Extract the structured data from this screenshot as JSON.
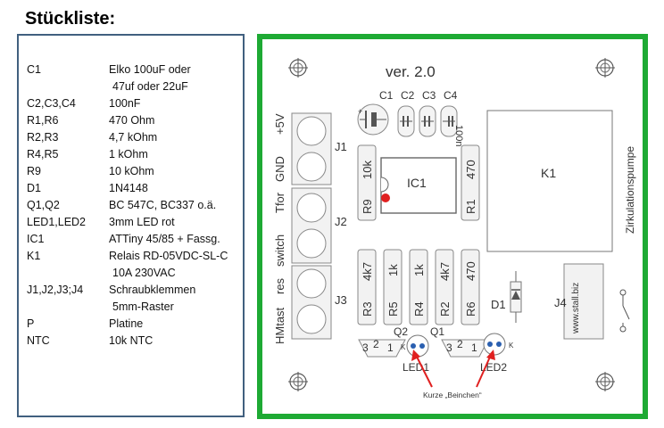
{
  "bom": {
    "title": "Stückliste:",
    "rows": [
      {
        "ref": "C1",
        "value": "Elko 100uF oder"
      },
      {
        "ref": "",
        "value": "47uf oder 22uF"
      },
      {
        "ref": "C2,C3,C4",
        "value": "100nF"
      },
      {
        "ref": "R1,R6",
        "value": "470 Ohm"
      },
      {
        "ref": "R2,R3",
        "value": "4,7  kOhm"
      },
      {
        "ref": "R4,R5",
        "value": "1     kOhm"
      },
      {
        "ref": "R9",
        "value": "10    kOhm"
      },
      {
        "ref": "D1",
        "value": "1N4148"
      },
      {
        "ref": "Q1,Q2",
        "value": "BC 547C, BC337  o.ä."
      },
      {
        "ref": "LED1,LED2",
        "value": "3mm LED rot"
      },
      {
        "ref": "IC1",
        "value": "ATTiny 45/85 + Fassg."
      },
      {
        "ref": "K1",
        "value": "Relais RD-05VDC-SL-C"
      },
      {
        "ref": "",
        "value": "10A   230VAC"
      },
      {
        "ref": "J1,J2,J3;J4",
        "value": "Schraubklemmen"
      },
      {
        "ref": "",
        "value": "5mm-Raster"
      },
      {
        "ref": "P",
        "value": "Platine"
      },
      {
        "ref": "NTC",
        "value": "10k NTC"
      }
    ]
  },
  "pcb": {
    "version": "ver. 2.0",
    "caps": {
      "c1": "C1",
      "c2": "C2",
      "c3": "C3",
      "c4": "C4",
      "c4_value": "100n"
    },
    "connectors": {
      "j1": "J1",
      "j2": "J2",
      "j3": "J3",
      "j4": "J4"
    },
    "terminal_labels": {
      "plus5v": "+5V",
      "gnd": "GND",
      "tfor": "Tfor",
      "switch": "switch",
      "res": "res",
      "hmtast": "HMtast"
    },
    "ic": {
      "label": "IC1"
    },
    "relay": {
      "label": "K1"
    },
    "pump_label": "Zirkulationspumpe",
    "website": "www.stall.biz",
    "resistors": {
      "r9": {
        "ref": "R9",
        "value": "10k"
      },
      "r1": {
        "ref": "R1",
        "value": "470"
      },
      "r3": {
        "ref": "R3",
        "value": "4k7"
      },
      "r5": {
        "ref": "R5",
        "value": "1k"
      },
      "r4": {
        "ref": "R4",
        "value": "1k"
      },
      "r2": {
        "ref": "R2",
        "value": "4k7"
      },
      "r6": {
        "ref": "R6",
        "value": "470"
      }
    },
    "diode": {
      "label": "D1"
    },
    "transistors": {
      "q2": "Q2",
      "q1": "Q1",
      "pin1": "1",
      "pin2": "2",
      "pin3": "3"
    },
    "leds": {
      "led1": "LED1",
      "led2": "LED2",
      "k": "K"
    },
    "annotation": "Kurze „Beinchen“",
    "colors": {
      "border": "#1eaa34",
      "panel_border": "#41607f",
      "arrow": "#e02020",
      "dot": "#e02020"
    }
  }
}
